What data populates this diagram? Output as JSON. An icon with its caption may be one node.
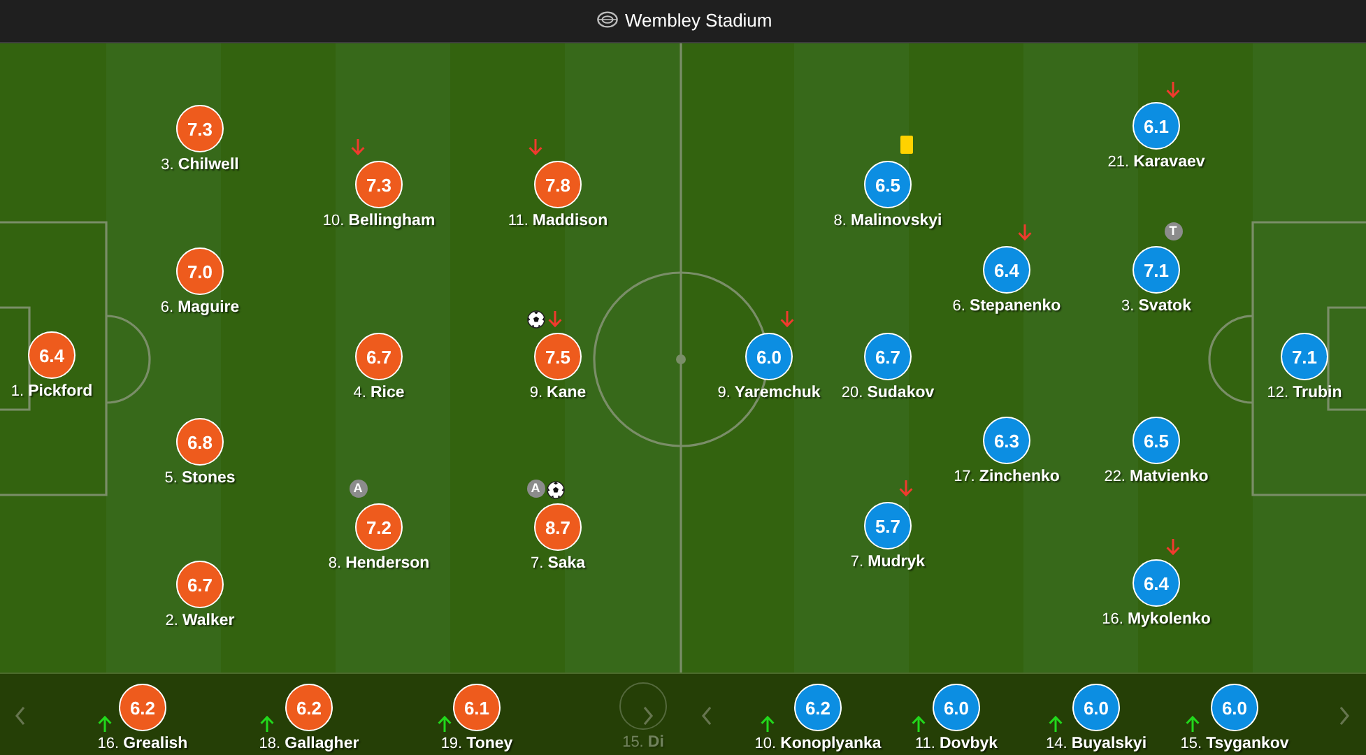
{
  "diagram": {
    "title": "Wembley Stadium",
    "nodes": [
      {
        "text": [
          "6.4"
        ],
        "beside": [
          "1. **Pickford**"
        ]
      },
      {
        "text": [
          "7.3"
        ],
        "beside": [
          "3. **Chilwell**"
        ]
      },
      {
        "text": [
          "7.0"
        ],
        "beside": [
          "6. **Maguire**"
        ]
      },
      {
        "text": [
          "6.8"
        ],
        "beside": [
          "5. **Stones**"
        ]
      },
      {
        "text": [
          "6.7"
        ],
        "beside": [
          "2. **Walker**"
        ]
      },
      {
        "text": [
          "7.3"
        ],
        "beside": [
          "10. **Bellingham**"
        ]
      },
      {
        "text": [
          "6.7"
        ],
        "beside": [
          "4. **Rice**"
        ]
      },
      {
        "text": [
          "7.2"
        ],
        "beside": [
          "A",
          "8. **Henderson**"
        ]
      },
      {
        "text": [
          "7.8"
        ],
        "beside": [
          "11. **Maddison**"
        ]
      },
      {
        "text": [
          "7.5"
        ],
        "beside": [
          "9. **Kane**"
        ]
      },
      {
        "text": [
          "8.7"
        ],
        "beside": [
          "A",
          "7. **Saka**"
        ]
      },
      {
        "text": [
          "6.0"
        ],
        "beside": [
          "9. **Yaremchuk**"
        ]
      },
      {
        "text": [
          "6.5"
        ],
        "beside": [
          "8. **Malinovskyi**"
        ]
      },
      {
        "text": [
          "6.7"
        ],
        "beside": [
          "20. **Sudakov**"
        ]
      },
      {
        "text": [
          "5.7"
        ],
        "beside": [
          "7. **Mudryk**"
        ]
      },
      {
        "text": [
          "6.4"
        ],
        "beside": [
          "6. **Stepanenko**"
        ]
      },
      {
        "text": [
          "6.3"
        ],
        "beside": [
          "17. **Zinchenko**"
        ]
      },
      {
        "text": [
          "6.1"
        ],
        "beside": [
          "21. **Karavaev**"
        ]
      },
      {
        "text": [
          "7.1"
        ],
        "beside": [
          "T",
          "3. **Svatok**"
        ]
      },
      {
        "text": [
          "6.5"
        ],
        "beside": [
          "22. **Matvienko**"
        ]
      },
      {
        "text": [
          "6.4"
        ],
        "beside": [
          "16. **Mykolenko**"
        ]
      },
      {
        "text": [
          "7.1"
        ],
        "beside": [
          "12. **Trubin**"
        ]
      },
      {
        "text": [
          "6.2"
        ],
        "beside": [
          "16. **Grealish**"
        ]
      },
      {
        "text": [
          "6.2"
        ],
        "beside": [
          "18. **Gallagher**"
        ]
      },
      {
        "text": [
          "6.1"
        ],
        "beside": [
          "19. **Toney**"
        ]
      },
      {
        "text": [],
        "shape": "circle",
        "beside": [
          "15. **Di**"
        ]
      },
      {
        "text": [
          "6.2"
        ],
        "beside": [
          "10. **Konoplyanka**"
        ]
      },
      {
        "text": [
          "6.0"
        ],
        "beside": [
          "11. **Dovbyk**"
        ]
      },
      {
        "text": [
          "6.0"
        ],
        "beside": [
          "14. **Buyalskyi**"
        ]
      },
      {
        "text": [
          "6.0"
        ],
        "beside": [
          "15. **Tsygankov**"
        ]
      }
    ]
  }
}
